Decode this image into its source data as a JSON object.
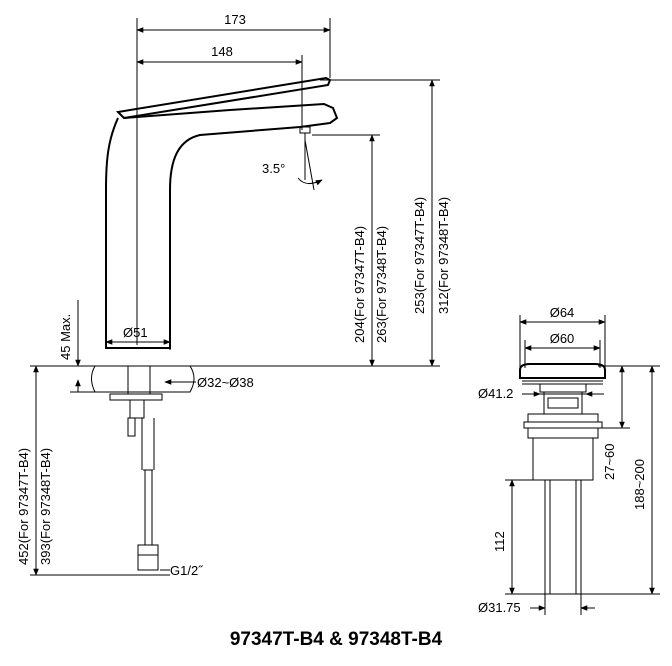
{
  "title": "97347T-B4 & 97348T-B4",
  "faucet": {
    "width_overall": "173",
    "width_spout": "148",
    "spout_angle": "3.5°",
    "body_diameter": "Ø51",
    "hole_diameter": "Ø32~Ø38",
    "deck_thickness": "45 Max.",
    "height_outlet_a": "204(For 97347T-B4)",
    "height_outlet_b": "263(For 97348T-B4)",
    "height_total_a": "253(For 97347T-B4)",
    "height_total_b": "312(For 97348T-B4)",
    "hose_length_a": "452(For 97347T-B4)",
    "hose_length_b": "393(For 97348T-B4)",
    "connection": "G1/2˝"
  },
  "drain": {
    "cap_outer": "Ø64",
    "cap_inner": "Ø60",
    "flange": "Ø41.2",
    "adjust_range": "27~60",
    "total_range": "188~200",
    "tail_length": "112",
    "tail_diameter": "Ø31.75"
  }
}
